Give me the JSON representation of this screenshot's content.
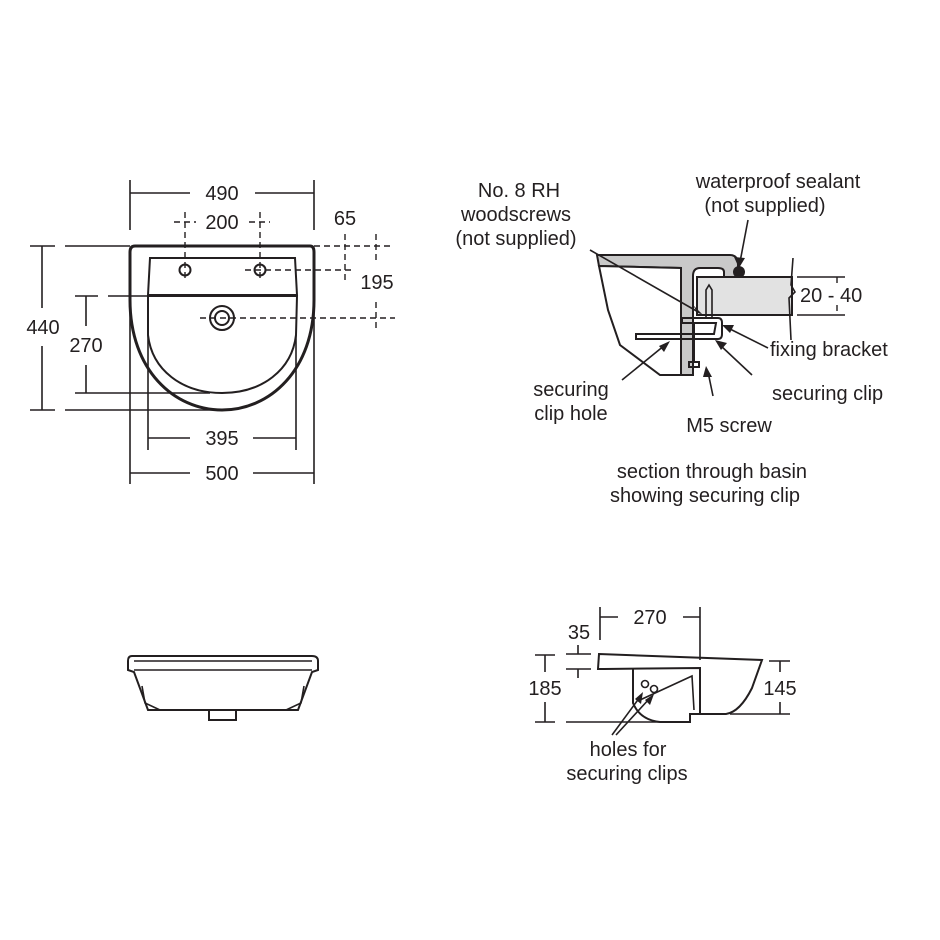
{
  "plan_view": {
    "dims": {
      "overall_width_top": "490",
      "tap_centres": "200",
      "tap_offset": "65",
      "waste_offset": "195",
      "overall_depth": "440",
      "bowl_depth": "270",
      "bowl_width": "395",
      "overall_width": "500"
    }
  },
  "section_detail": {
    "labels": {
      "woodscrews_line1": "No. 8 RH",
      "woodscrews_line2": "woodscrews",
      "woodscrews_line3": "(not supplied)",
      "sealant_line1": "waterproof sealant",
      "sealant_line2": "(not supplied)",
      "worktop_thickness": "20 - 40",
      "fixing_bracket": "fixing bracket",
      "securing_clip": "securing clip",
      "securing_clip_hole_line1": "securing",
      "securing_clip_hole_line2": "clip hole",
      "m5_screw": "M5 screw"
    },
    "caption_line1": "section through basin",
    "caption_line2": "showing securing clip",
    "colors": {
      "basin_fill": "#c9c9c9",
      "worktop_fill": "#e2e2e2",
      "ink": "#231f20"
    }
  },
  "front_elevation": {},
  "side_elevation": {
    "dims": {
      "rim_to_back": "270",
      "rim_thickness": "35",
      "overall_height": "185",
      "front_height": "145"
    },
    "label_line1": "holes for",
    "label_line2": "securing clips"
  }
}
